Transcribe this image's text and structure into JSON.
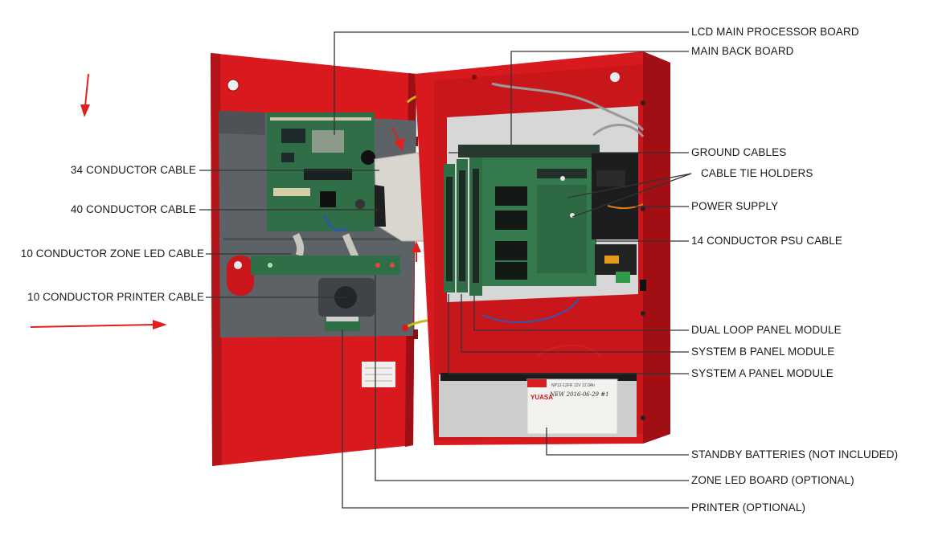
{
  "labels_right": [
    {
      "id": "lcd-main-processor-board",
      "text": "LCD MAIN PROCESSOR BOARD"
    },
    {
      "id": "main-back-board",
      "text": "MAIN BACK BOARD"
    },
    {
      "id": "ground-cables",
      "text": "GROUND CABLES"
    },
    {
      "id": "cable-tie-holders",
      "text": "CABLE TIE HOLDERS"
    },
    {
      "id": "power-supply",
      "text": "POWER SUPPLY"
    },
    {
      "id": "psu-cable",
      "text": "14 CONDUCTOR PSU CABLE"
    },
    {
      "id": "dual-loop-panel-module",
      "text": "DUAL LOOP PANEL MODULE"
    },
    {
      "id": "system-b-panel-module",
      "text": "SYSTEM B PANEL MODULE"
    },
    {
      "id": "system-a-panel-module",
      "text": "SYSTEM A PANEL MODULE"
    },
    {
      "id": "standby-batteries",
      "text": "STANDBY BATTERIES (NOT INCLUDED)"
    },
    {
      "id": "zone-led-board",
      "text": "ZONE LED BOARD (OPTIONAL)"
    },
    {
      "id": "printer",
      "text": "PRINTER (OPTIONAL)"
    }
  ],
  "labels_left": [
    {
      "id": "34-conductor-cable",
      "text": "34 CONDUCTOR CABLE"
    },
    {
      "id": "40-conductor-cable",
      "text": "40 CONDUCTOR CABLE"
    },
    {
      "id": "10-conductor-zone-led-cable",
      "text": "10 CONDUCTOR ZONE LED CABLE"
    },
    {
      "id": "10-conductor-printer-cable",
      "text": "10 CONDUCTOR PRINTER CABLE"
    }
  ],
  "battery": {
    "brand": "YUASA",
    "model": "NP12-12FR   12V 12.0Ah",
    "handwritten": "NEW 2016-06-29 #1"
  },
  "colors": {
    "enclosure_red": "#d8191e",
    "enclosure_dark_red": "#a10f14",
    "pcb_green": "#2f6e47",
    "backplate_gray": "#5d6266",
    "leader_line": "#333333",
    "arrow_red": "#e0201e"
  }
}
